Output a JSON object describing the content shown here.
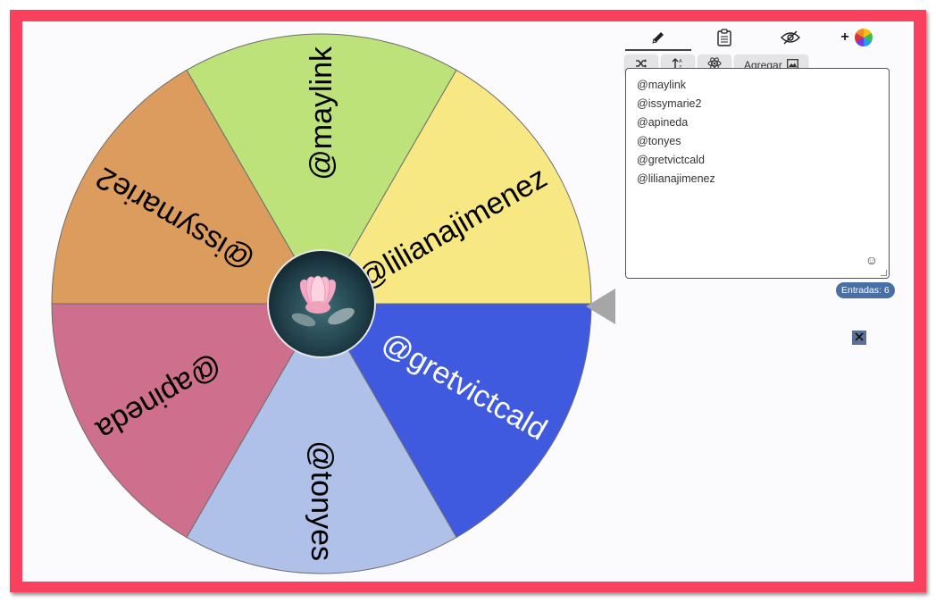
{
  "tabs": [
    {
      "icon": "pencil-icon"
    },
    {
      "icon": "clipboard-icon"
    },
    {
      "icon": "eye-off-icon"
    },
    {
      "plus": "+",
      "icon": "color-wheel-icon"
    }
  ],
  "toolbar": {
    "shuffle_icon": "shuffle-icon",
    "sort_icon": "sort-icon",
    "settings_icon": "atom-icon",
    "add_label": "Agregar",
    "add_icon": "image-icon"
  },
  "entries": [
    "@maylink",
    "@issymarie2",
    "@apineda",
    "@tonyes",
    "@gretvictcald",
    "@lilianajimenez"
  ],
  "entries_count_label": "Entradas: 6",
  "colors": {
    "frame": "#f9405f",
    "badge": "#4a6fa5",
    "pointer": "#a6a6a6"
  },
  "wheel": {
    "segments": [
      {
        "label": "@maylink",
        "color": "#bde27a",
        "text_color": "#000000"
      },
      {
        "label": "@lilianajimenez",
        "color": "#f7e884",
        "text_color": "#000000"
      },
      {
        "label": "@gretvictcald",
        "color": "#3f5ade",
        "text_color": "#ffffff"
      },
      {
        "label": "@tonyes",
        "color": "#afc1e8",
        "text_color": "#000000"
      },
      {
        "label": "@apineda",
        "color": "#cd6f8d",
        "text_color": "#000000"
      },
      {
        "label": "@issymarie2",
        "color": "#db9c5d",
        "text_color": "#000000"
      }
    ],
    "center_image": "lotus-flower-image"
  }
}
